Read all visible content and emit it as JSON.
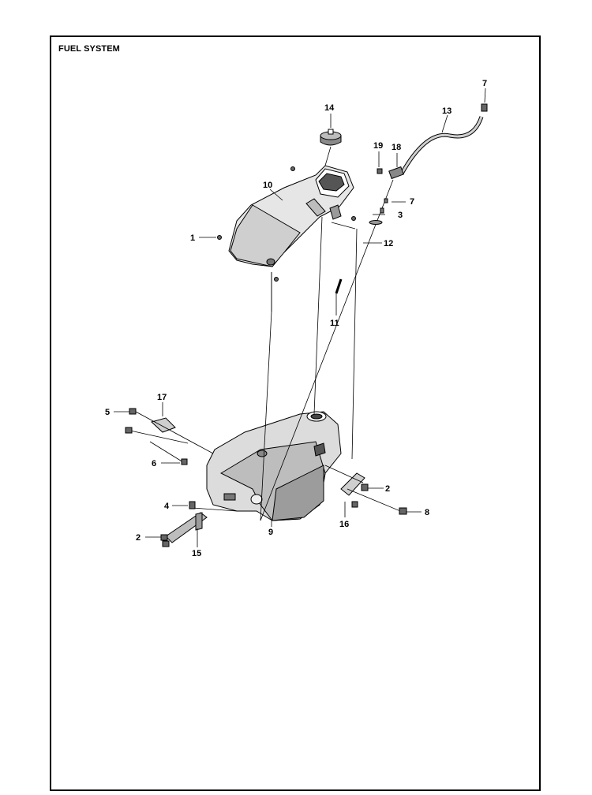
{
  "title": "FUEL SYSTEM",
  "callouts": [
    "1",
    "2",
    "2",
    "3",
    "4",
    "5",
    "6",
    "7",
    "7",
    "8",
    "9",
    "10",
    "11",
    "12",
    "13",
    "14",
    "15",
    "16",
    "17",
    "18",
    "19"
  ]
}
